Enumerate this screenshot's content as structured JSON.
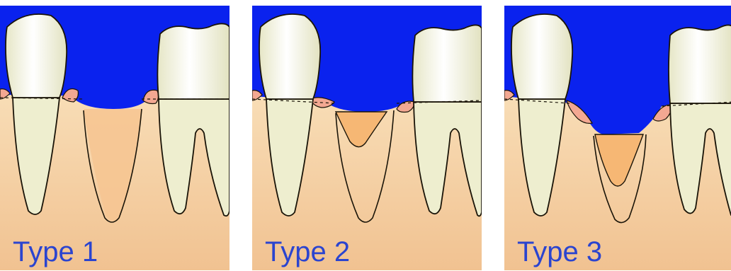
{
  "colors": {
    "sky": "#0a22ee",
    "bone_top": "#f8ddb6",
    "bone_bottom": "#f1c291",
    "gum": "#f3a892",
    "tooth": "#eeeecf",
    "crown_highlight": "#ffffff",
    "socket": "#f6be84",
    "outline": "#1a1408",
    "label": "#2b44cf"
  },
  "panels": [
    {
      "label": "Type 1"
    },
    {
      "label": "Type 2"
    },
    {
      "label": "Type 3"
    }
  ]
}
